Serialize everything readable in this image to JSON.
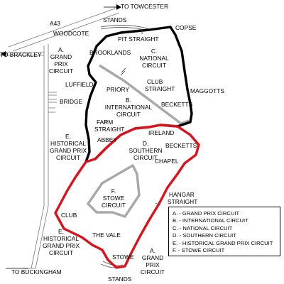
{
  "roads": {
    "towcester": "TO TOWCESTER",
    "a43": "A43",
    "brackley": "TO BRACKLEY",
    "buckingham": "TO BUCKINGHAM"
  },
  "corners": {
    "stands_top": "STANDS",
    "woodcote": "WOODCOTE",
    "pit_straight": "PIT STRAIGHT",
    "copse": "COPSE",
    "brooklands": "BROOKLANDS",
    "luffield": "LUFFIELD",
    "priory": "PRIORY",
    "club_straight": [
      "CLUB",
      "STRAIGHT"
    ],
    "maggotts": "MAGGOTTS",
    "bridge": "BRIDGE",
    "beckets_upper": "BECKETTS",
    "farm_straight": [
      "FARM",
      "STRAIGHT"
    ],
    "abbey": "ABBEY",
    "ireland": "IRELAND",
    "beckets_lower": "BECKETTS",
    "chapel": "CHAPEL",
    "hangar_straight": [
      "HANGAR",
      "STRAIGHT"
    ],
    "club": "CLUB",
    "the_vale": "THE VALE",
    "stowe": "STOWE",
    "stands_bottom": "STANDS"
  },
  "circuit_tags": {
    "a_top": [
      "A.",
      "GRAND",
      "PRIX",
      "CIRCUIT"
    ],
    "c": [
      "C.",
      "NATIONAL",
      "CIRCUIT"
    ],
    "b": [
      "B.",
      "INTERNATIONAL",
      "CIRCUIT"
    ],
    "e_left": [
      "E.",
      "HISTORICAL",
      "GRAND PRIX",
      "CIRCUIT"
    ],
    "d": [
      "D.",
      "SOUTHERN",
      "CIRCUIT"
    ],
    "f": [
      "F.",
      "STOWE",
      "CIRCUIT"
    ],
    "e_bottom": [
      "E.",
      "HISTORICAL",
      "GRAND PRIX",
      "CIRCUIT"
    ],
    "a_bottom": [
      "A.",
      "GRAND",
      "PRIX",
      "CIRCUIT"
    ]
  },
  "legend": [
    "A. - GRAND PRIX CIRCUIT",
    "B. - INTERNATIONAL CIRCUIT",
    "C. - NATIONAL CIRCUIT",
    "D. - SOUTHERN CIRCUIT",
    "E. - HISTORICAL GRAND PRIX CIRCUIT",
    "F. - STOWE CIRCUIT"
  ],
  "colors": {
    "national_track": "#000000",
    "southern_track": "#e0101a",
    "international_link": "#a8a8a8",
    "stowe_track": "#a8a8a8",
    "road": "#777777"
  }
}
